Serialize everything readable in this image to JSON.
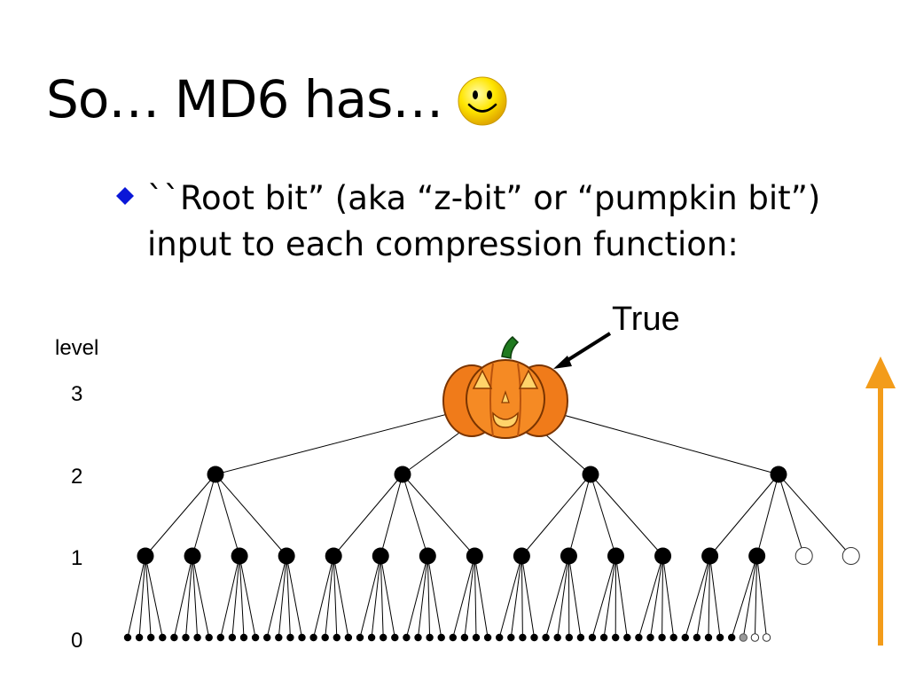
{
  "slide": {
    "title": "So… MD6 has…",
    "title_icon": "smiley-face-icon",
    "bullet": {
      "icon": "diamond-bullet-icon",
      "line1": "``Root bit” (aka “z-bit” or “pumpkin bit”)",
      "line2": "input to each compression function:"
    }
  },
  "diagram": {
    "level_header": "level",
    "levels": [
      "3",
      "2",
      "1",
      "0"
    ],
    "root_icon": "pumpkin-icon",
    "root_callout": "True",
    "arrow_color": "#F39C1A",
    "node_fill": "#000000"
  }
}
